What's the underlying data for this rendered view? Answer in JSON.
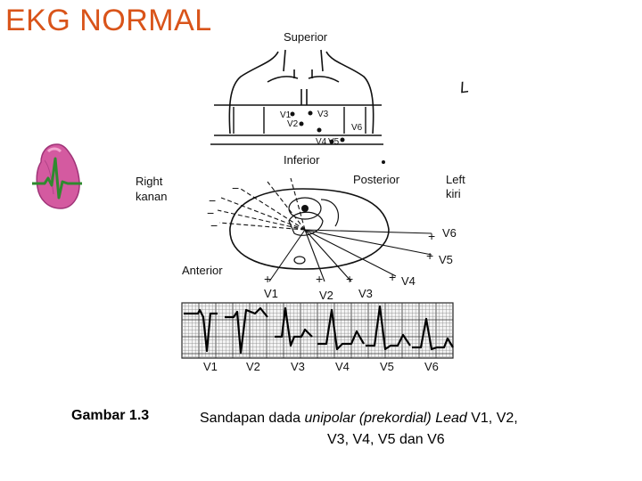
{
  "slide": {
    "title": "EKG NORMAL",
    "caption_label": "Gambar 1.3",
    "caption": {
      "before": "Sandapan dada ",
      "italic": "unipolar (prekordial) Lead",
      "after": " V1, V2,",
      "line2": "V3, V4, V5 dan V6"
    }
  },
  "diagram": {
    "label_superior": "Superior",
    "label_inferior": "Inferior",
    "label_right": "Right",
    "label_right_local": "kanan",
    "label_left": "Left",
    "label_left_local": "kiri",
    "label_posterior": "Posterior",
    "label_anterior": "Anterior",
    "chest_leads": [
      "V1",
      "V2",
      "V3",
      "V4",
      "V5",
      "V6"
    ],
    "strip_leads": [
      "V1",
      "V2",
      "V3",
      "V4",
      "V5",
      "V6"
    ],
    "marker_l": "L"
  },
  "colors": {
    "title": "#d9541a",
    "heart": "#d45aa0",
    "ecg_trace": "#2f8a2f",
    "ink": "#111111"
  }
}
